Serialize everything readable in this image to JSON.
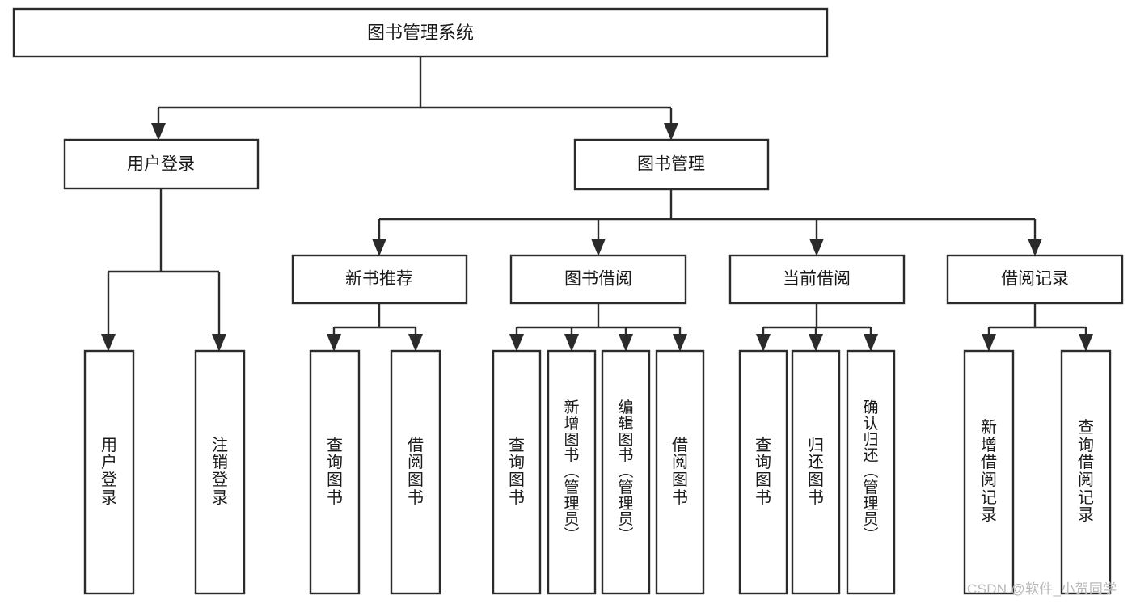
{
  "diagram": {
    "type": "hierarchy-tree",
    "title": "图书管理系统",
    "watermark": "CSDN @软件_小贺同学",
    "colors": {
      "stroke": "#2b2b2b",
      "fill": "#ffffff",
      "text": "#1a1a1a",
      "watermark": "#b9b9b9"
    },
    "root": {
      "label": "图书管理系统"
    },
    "level2": [
      {
        "label": "用户登录"
      },
      {
        "label": "图书管理"
      }
    ],
    "level3": [
      {
        "label": "新书推荐"
      },
      {
        "label": "图书借阅"
      },
      {
        "label": "当前借阅"
      },
      {
        "label": "借阅记录"
      }
    ],
    "leaves": {
      "user_login": [
        {
          "label": "用户登录"
        },
        {
          "label": "注销登录"
        }
      ],
      "new_book": [
        {
          "label": "查询图书"
        },
        {
          "label": "借阅图书"
        }
      ],
      "book_borrow": [
        {
          "label": "查询图书"
        },
        {
          "label": "新增图书（管理员）"
        },
        {
          "label": "编辑图书（管理员）"
        },
        {
          "label": "借阅图书"
        }
      ],
      "current_borrow": [
        {
          "label": "查询图书"
        },
        {
          "label": "归还图书"
        },
        {
          "label": "确认归还（管理员）"
        }
      ],
      "borrow_record": [
        {
          "label": "新增借阅记录"
        },
        {
          "label": "查询借阅记录"
        }
      ]
    }
  }
}
